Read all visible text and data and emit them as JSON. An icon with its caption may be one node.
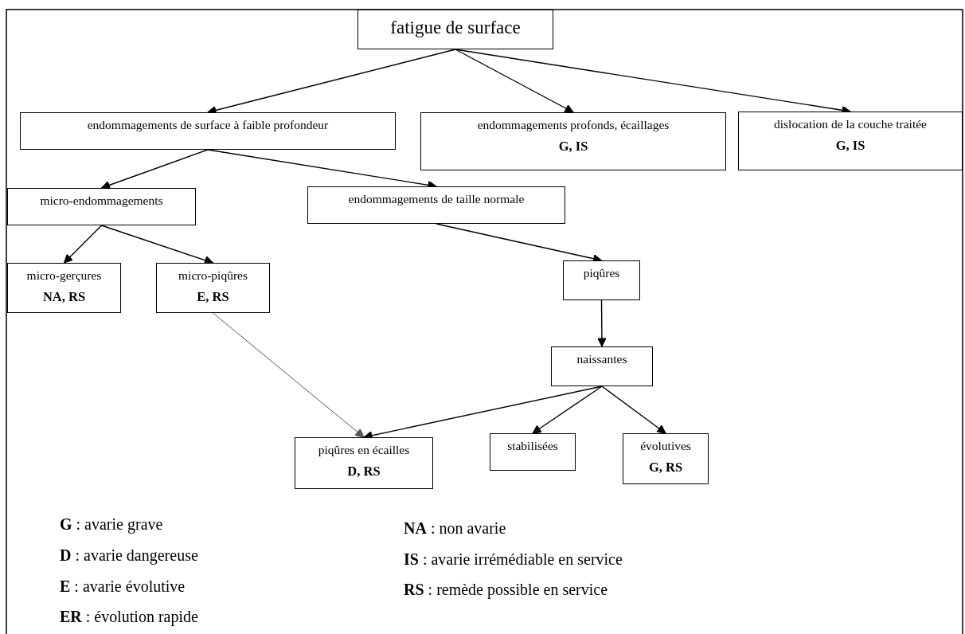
{
  "diagram": {
    "nodes": [
      {
        "text": [
          "fatigue de surface"
        ]
      },
      {
        "text": [
          "endommagements de surface à faible profondeur"
        ]
      },
      {
        "text": [
          "endommagements profonds, écaillages",
          "G, IS"
        ]
      },
      {
        "text": [
          "dislocation de la couche traitée",
          "G, IS"
        ]
      },
      {
        "text": [
          "micro-endommagements"
        ]
      },
      {
        "text": [
          "endommagements de taille normale"
        ]
      },
      {
        "text": [
          "micro-gerçures",
          "NA, RS"
        ]
      },
      {
        "text": [
          "micro-piqûres",
          "E, RS"
        ]
      },
      {
        "text": [
          "piqûres"
        ]
      },
      {
        "text": [
          "naissantes"
        ]
      },
      {
        "text": [
          "piqûres en écailles",
          "D, RS"
        ]
      },
      {
        "text": [
          "stabilisées"
        ]
      },
      {
        "text": [
          "évolutives",
          "G, RS"
        ]
      }
    ],
    "edges": [
      {
        "from": 0,
        "to": 1,
        "arrow": "to"
      },
      {
        "from": 0,
        "to": 2,
        "arrow": "to"
      },
      {
        "from": 0,
        "to": 3,
        "arrow": "to"
      },
      {
        "from": 1,
        "to": 4,
        "arrow": "to"
      },
      {
        "from": 1,
        "to": 5,
        "arrow": "to"
      },
      {
        "from": 4,
        "to": 6,
        "arrow": "to"
      },
      {
        "from": 4,
        "to": 7,
        "arrow": "to"
      },
      {
        "from": 5,
        "to": 8,
        "arrow": "to"
      },
      {
        "from": 8,
        "to": 9,
        "arrow": "to"
      },
      {
        "from": 7,
        "to": 10,
        "arrow": "to",
        "color": "#555555"
      },
      {
        "from": 9,
        "to": 10,
        "arrow": "to"
      },
      {
        "from": 9,
        "to": 11,
        "arrow": "to"
      },
      {
        "from": 9,
        "to": 12,
        "arrow": "to"
      }
    ],
    "labels": [
      "**G** : avarie grave",
      "**NA** : non avarie",
      "**D** : avarie dangereuse",
      "**IS** : avarie irrémédiable en service",
      "**E** : avarie évolutive",
      "**RS** : remède possible en service",
      "**ER** : évolution rapide"
    ]
  }
}
